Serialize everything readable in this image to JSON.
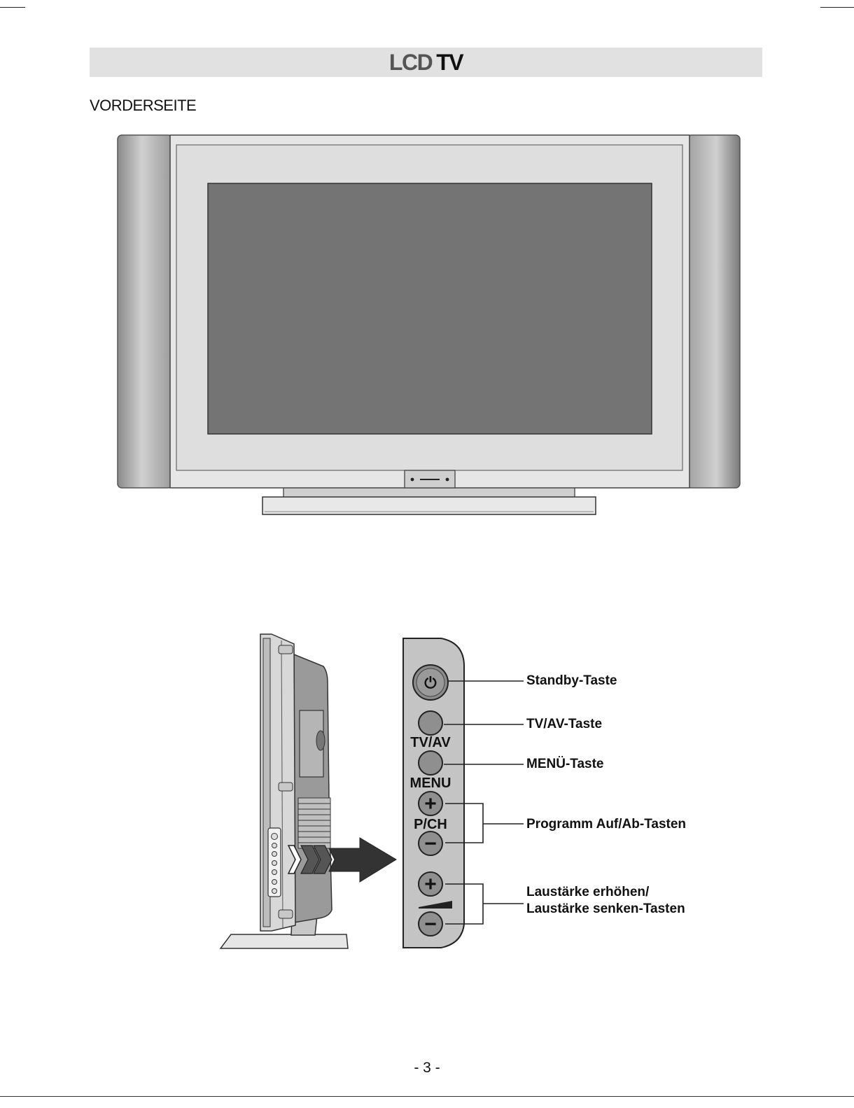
{
  "header": {
    "title_part1": "LCD",
    "title_part2": "TV"
  },
  "section_heading": "VORDERSEITE",
  "panel": {
    "standby_symbol": "⏻",
    "tvav_label": "TV/AV",
    "menu_label": "MENU",
    "pch_label": "P/CH",
    "plus_symbol": "+",
    "minus_symbol": "−"
  },
  "callouts": {
    "standby": "Standby-Taste",
    "tvav": "TV/AV-Taste",
    "menu": "MENÜ-Taste",
    "program": "Programm Auf/Ab-Tasten",
    "volume_line1": "Laustärke erhöhen/",
    "volume_line2": "Laustärke senken-Tasten"
  },
  "footer": {
    "page_number": "- 3 -"
  },
  "colors": {
    "title_bar": "#e1e1e1",
    "screen": "#747474",
    "bezel": "#dedede",
    "panel_fill": "#c4c4c4"
  },
  "icons": [
    "power-icon",
    "plus-icon",
    "minus-icon",
    "volume-ramp-icon",
    "arrow-right-icon"
  ]
}
